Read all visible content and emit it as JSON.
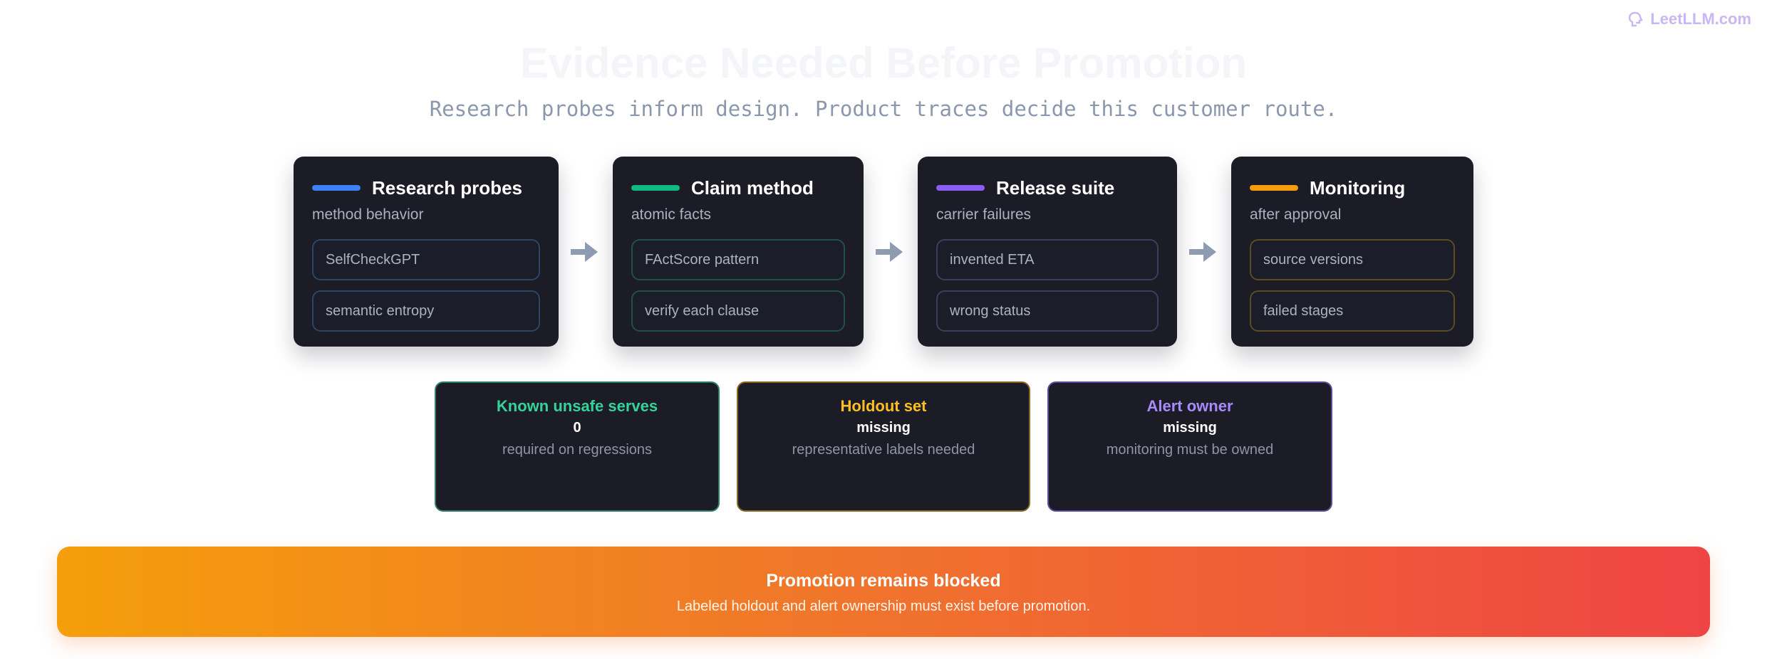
{
  "brand": {
    "name": "LeetLLM.com"
  },
  "header": {
    "title": "Evidence Needed Before Promotion",
    "subtitle": "Research probes inform design. Product traces decide this customer route."
  },
  "stages": [
    {
      "title": "Research probes",
      "subtitle": "method behavior",
      "accent": "#3b82f6",
      "chip_border": "#2c4663",
      "chips": [
        "SelfCheckGPT",
        "semantic entropy"
      ]
    },
    {
      "title": "Claim method",
      "subtitle": "atomic facts",
      "accent": "#10b981",
      "chip_border": "#21504a",
      "chips": [
        "FActScore pattern",
        "verify each clause"
      ]
    },
    {
      "title": "Release suite",
      "subtitle": "carrier failures",
      "accent": "#8b5cf6",
      "chip_border": "#3a3f5e",
      "chips": [
        "invented ETA",
        "wrong status"
      ]
    },
    {
      "title": "Monitoring",
      "subtitle": "after approval",
      "accent": "#f59e0b",
      "chip_border": "#5c4a26",
      "chips": [
        "source versions",
        "failed stages"
      ]
    }
  ],
  "metrics": [
    {
      "label": "Known unsafe serves",
      "value": "0",
      "note": "required on regressions",
      "color": "#34d399",
      "border": "#2f7f6a"
    },
    {
      "label": "Holdout set",
      "value": "missing",
      "note": "representative labels needed",
      "color": "#fbbf24",
      "border": "#8a6a22"
    },
    {
      "label": "Alert owner",
      "value": "missing",
      "note": "monitoring must be owned",
      "color": "#a78bfa",
      "border": "#5b4c9c"
    }
  ],
  "banner": {
    "title": "Promotion remains blocked",
    "subtitle": "Labeled holdout and alert ownership must exist before promotion."
  }
}
